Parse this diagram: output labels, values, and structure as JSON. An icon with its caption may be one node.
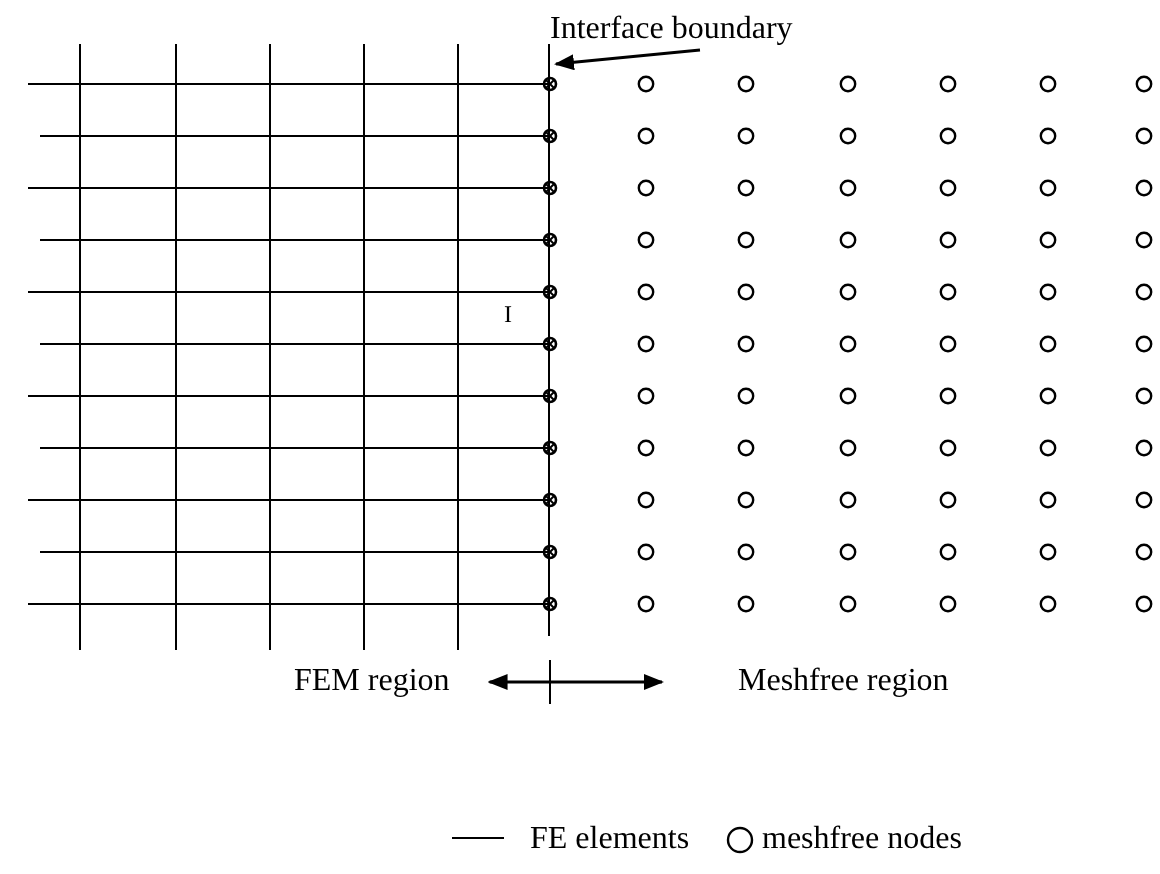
{
  "diagram": {
    "nodes": [
      {
        "text": [
          "Interface boundary"
        ]
      },
      {
        "text": [],
        "shape": "line"
      },
      {
        "text": [
          "FEM region"
        ]
      },
      {
        "text": [
          "Meshfree region"
        ]
      }
    ],
    "edges": [
      {
        "from": 0,
        "to": 1,
        "arrow": "to"
      },
      {
        "from": 2,
        "to": 3,
        "arrow": "both"
      }
    ],
    "labels": [
      "I"
    ],
    "legend": [
      {
        "text": "FE elements"
      },
      {
        "text": "meshfree nodes"
      }
    ]
  }
}
